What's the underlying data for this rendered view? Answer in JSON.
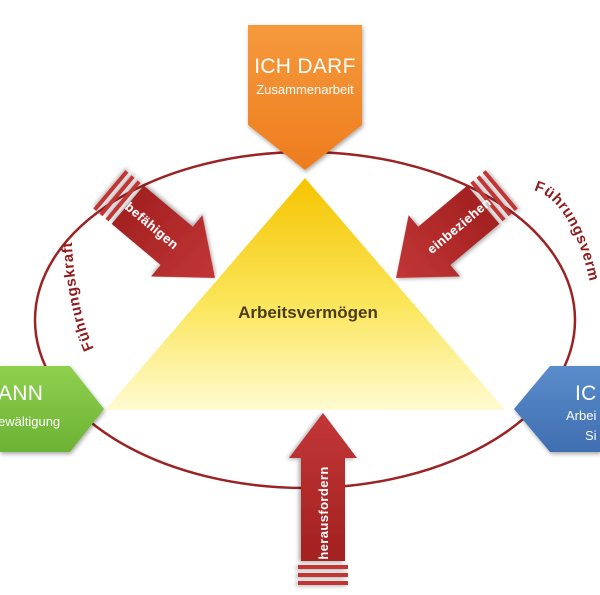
{
  "center": {
    "label": "Arbeitsvermögen"
  },
  "nodes": {
    "top": {
      "title": "ICH DARF",
      "subtitle": "Zusammenarbeit",
      "color": "#f28a2e"
    },
    "left": {
      "title": "ANN",
      "subtitle": "ewältigung",
      "color": "#7cc242"
    },
    "right": {
      "title": "IC",
      "subtitle_1": "Arbei",
      "subtitle_2": "Si",
      "color": "#4b7bbd"
    }
  },
  "arrows": {
    "top_left": {
      "label": "befähigen"
    },
    "top_right": {
      "label": "einbeziehen"
    },
    "bottom": {
      "label": "herausfordern"
    },
    "color": "#b52a2a"
  },
  "ring": {
    "left_label": "Führungskraft",
    "right_label": "Führungsverm",
    "color": "#9c2323"
  },
  "triangle": {
    "top_color": "#f7c600",
    "bottom_color": "#fff7b0"
  }
}
